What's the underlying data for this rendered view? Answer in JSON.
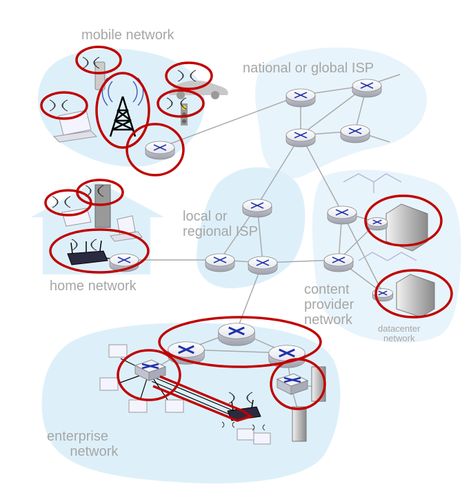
{
  "labels": {
    "mobile_network": "mobile network",
    "national_isp": "national or global ISP",
    "local_isp": "local or\nregional ISP",
    "home_network": "home network",
    "content_provider": "content\nprovider\nnetwork",
    "datacenter": "datacenter\nnetwork",
    "enterprise": "enterprise\n      network"
  },
  "colors": {
    "cloud_fill": "#ddf0fa",
    "link": "#a9a9a9",
    "highlight": "#c00000",
    "router_blue": "#2233aa",
    "label_gray": "#a6a6a6"
  }
}
